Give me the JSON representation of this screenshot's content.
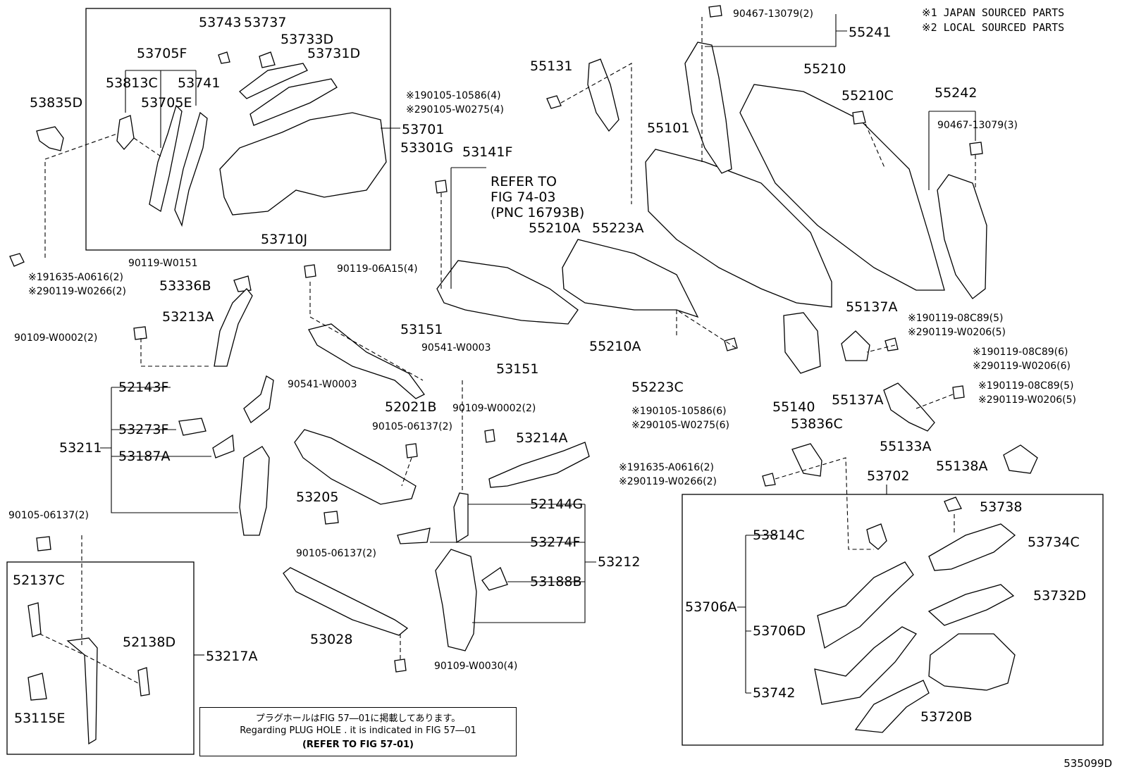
{
  "legend": {
    "japan": "※1 JAPAN SOURCED PARTS",
    "local": "※2 LOCAL SOURCED PARTS"
  },
  "diagram_id": "535099D",
  "note": {
    "jp": "プラグホールはFIG 57―01に掲載してあります。",
    "en": "Regarding PLUG HOLE . it is indicated in FIG 57―01",
    "ref": "(REFER TO FIG 57-01)"
  },
  "refer": {
    "line1": "REFER TO",
    "line2": "FIG 74-03",
    "line3": "(PNC 16793B)"
  },
  "labels": {
    "p53743": "53743",
    "p53737": "53737",
    "p53733D": "53733D",
    "p53705F": "53705F",
    "p53731D": "53731D",
    "p53813C": "53813C",
    "p53741": "53741",
    "p53705E": "53705E",
    "p53835D": "53835D",
    "p53701": "53701",
    "p53710J": "53710J",
    "p90119_W0151": "90119-W0151",
    "p53336B": "53336B",
    "p53213A": "53213A",
    "p91635_1": "※191635-A0616(2)",
    "p90119_2": "※290119-W0266(2)",
    "p90109_W0002a": "90109-W0002(2)",
    "p90119_06A15": "90119-06A15(4)",
    "p90541_W0003a": "90541-W0003",
    "p52021B": "52021B",
    "p52143F": "52143F",
    "p53273F": "53273F",
    "p53211": "53211",
    "p53187A": "53187A",
    "p53205": "53205",
    "p90105_06137a": "90105-06137(2)",
    "p90105_06137b": "90105-06137(2)",
    "p90105_06137c": "90105-06137(2)",
    "p55131": "55131",
    "p90105_10586_1": "※190105-10586(4)",
    "p90105_W0275_2": "※290105-W0275(4)",
    "p53301G": "53301G",
    "p53141F": "53141F",
    "p55210A_top": "55210A",
    "p55223A": "55223A",
    "p53151a": "53151",
    "p53151b": "53151",
    "p90541_W0003b": "90541-W0003",
    "p90109_W0002b": "90109-W0002(2)",
    "p53214A": "53214A",
    "p55210A_bot": "55210A",
    "p52144G": "52144G",
    "p53274F": "53274F",
    "p53188B": "53188B",
    "p53212": "53212",
    "p53028": "53028",
    "p90109_W0030": "90109-W0030(4)",
    "p52137C": "52137C",
    "p52138D": "52138D",
    "p53217A": "53217A",
    "p53115E": "53115E",
    "p90467_13079_2": "90467-13079(2)",
    "p55241": "55241",
    "p55210": "55210",
    "p55210C": "55210C",
    "p55242": "55242",
    "p90467_13079_3": "90467-13079(3)",
    "p55101": "55101",
    "p55137A_top": "55137A",
    "p55223C": "55223C",
    "p90105_10586_6_1": "※190105-10586(6)",
    "p90105_W0275_6_2": "※290105-W0275(6)",
    "p55140": "55140",
    "p55137A": "55137A",
    "p90119_08C89_5_1": "※190119-08C89(5)",
    "p90119_W0206_5_2": "※290119-W0206(5)",
    "p90119_08C89_6_1": "※190119-08C89(6)",
    "p90119_W0206_6_2": "※290119-W0206(6)",
    "p90119_08C89_5b_1": "※190119-08C89(5)",
    "p90119_W0206_5b_2": "※290119-W0206(5)",
    "p55133A": "55133A",
    "p55138A": "55138A",
    "p53836C": "53836C",
    "p91635_b1": "※191635-A0616(2)",
    "p90119_W0266_b2": "※290119-W0266(2)",
    "p53702": "53702",
    "p53738": "53738",
    "p53814C": "53814C",
    "p53734C": "53734C",
    "p53706A": "53706A",
    "p53732D": "53732D",
    "p53706D": "53706D",
    "p53742": "53742",
    "p53720B": "53720B"
  }
}
